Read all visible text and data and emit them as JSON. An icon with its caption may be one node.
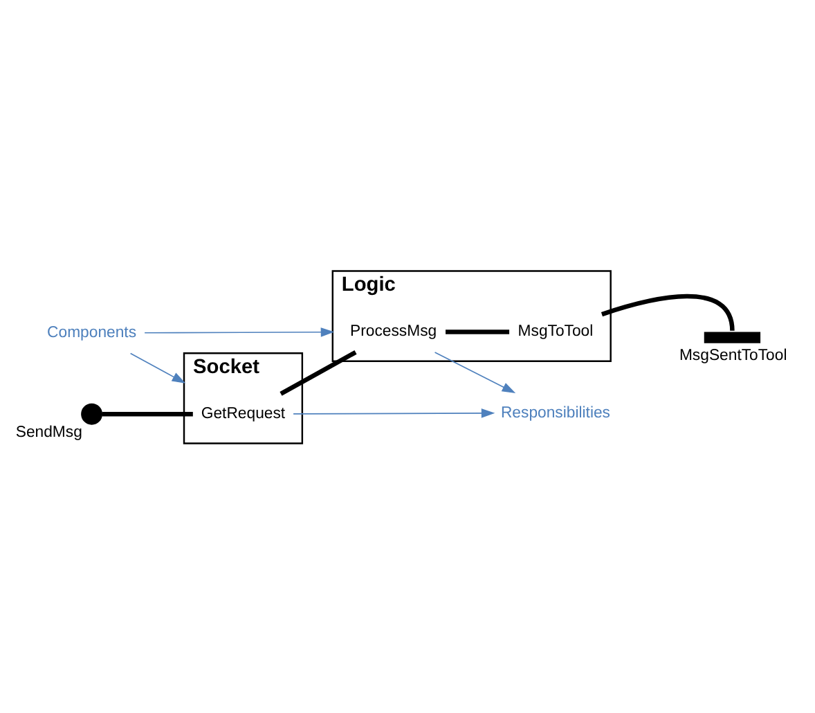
{
  "diagram": {
    "nodes": [
      {
        "text": [
          "Components"
        ]
      },
      {
        "text": [
          "Logic"
        ]
      },
      {
        "text": [
          "ProcessMsg"
        ],
        "in": 1
      },
      {
        "text": [
          "MsgToTool"
        ],
        "in": 1
      },
      {
        "text": [
          "Socket"
        ]
      },
      {
        "text": [
          "SendMsg"
        ]
      },
      {
        "text": [
          "GetRequest"
        ],
        "in": 4
      },
      {
        "text": [
          "MsgSentToTool"
        ]
      },
      {
        "text": [
          "Responsibilities"
        ]
      }
    ],
    "edges": [
      {
        "from": 5,
        "to": 6,
        "arrow": "none",
        "style": "thick"
      },
      {
        "from": 6,
        "to": 2,
        "arrow": "none",
        "style": "thick"
      },
      {
        "from": 2,
        "to": 3,
        "arrow": "none",
        "style": "thick"
      },
      {
        "from": 3,
        "to": 7,
        "arrow": "none",
        "style": "thick"
      },
      {
        "from": 0,
        "to": 1,
        "arrow": "to",
        "color": "#4f81bd"
      },
      {
        "from": 0,
        "to": 4,
        "arrow": "to",
        "color": "#4f81bd"
      },
      {
        "from": 2,
        "to": 8,
        "arrow": "to",
        "color": "#4f81bd"
      },
      {
        "from": 6,
        "to": 8,
        "arrow": "to",
        "color": "#4f81bd"
      }
    ]
  }
}
